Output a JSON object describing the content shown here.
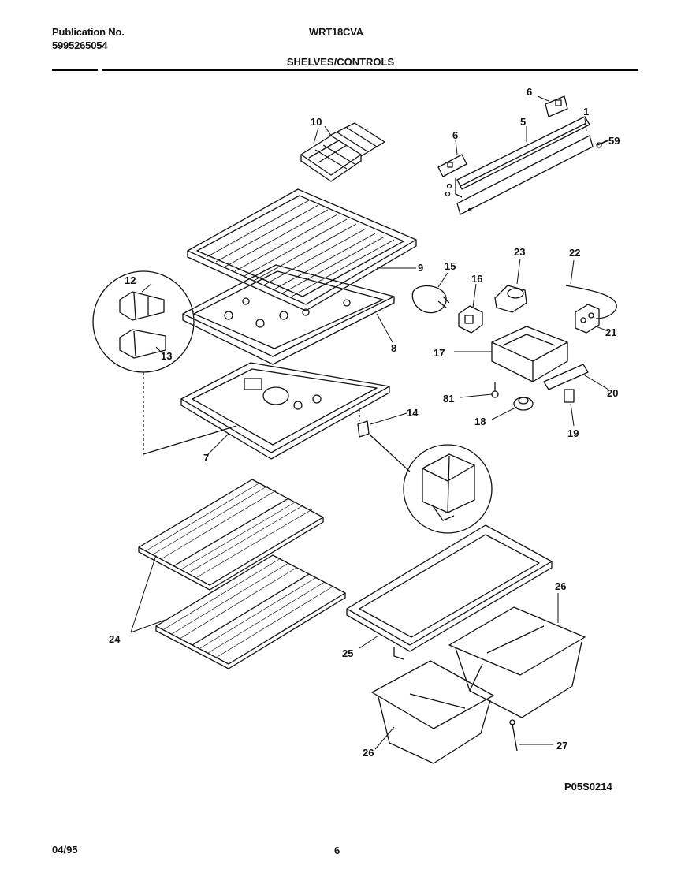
{
  "header": {
    "publication_label": "Publication No.",
    "publication_number": "5995265054",
    "model": "WRT18CVA",
    "section_title": "SHELVES/CONTROLS"
  },
  "callouts": [
    "6",
    "1",
    "5",
    "6",
    "59",
    "10",
    "9",
    "15",
    "16",
    "23",
    "22",
    "12",
    "8",
    "17",
    "21",
    "13",
    "20",
    "81",
    "18",
    "19",
    "14",
    "7",
    "24",
    "25",
    "26",
    "26",
    "27"
  ],
  "drawing_code": "P05S0214",
  "footer": {
    "date": "04/95",
    "page": "6"
  }
}
